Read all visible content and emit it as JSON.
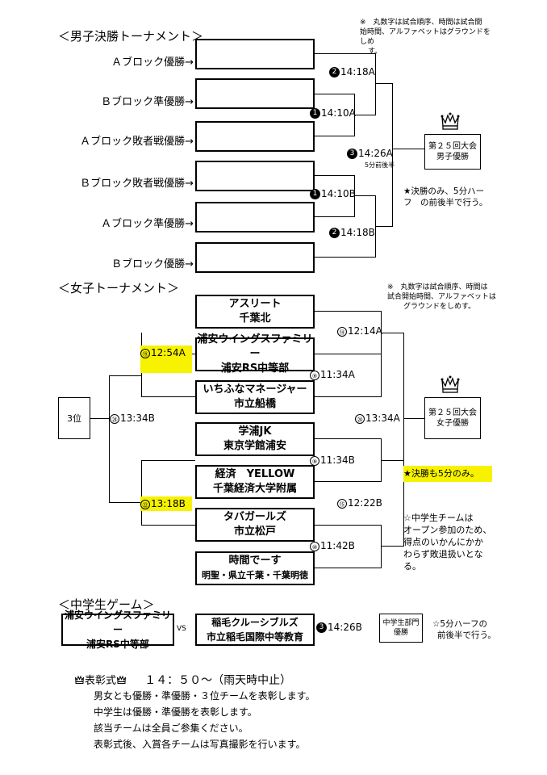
{
  "boys": {
    "title": "＜男子決勝トーナメント＞",
    "note": [
      "※　丸数字は試合順序、時間は試合開",
      "始時間、アルファベットはグラウンドをしめ",
      "す。"
    ],
    "teams": [
      "Ａブロック優勝→",
      "Ｂブロック準優勝→",
      "Ａブロック敗者戦優勝→",
      "Ｂブロック敗者戦優勝→",
      "Ａブロック準優勝→",
      "Ｂブロック優勝→"
    ],
    "matches": [
      {
        "num": "2",
        "time": "14:18A"
      },
      {
        "num": "1",
        "time": "14:10A"
      },
      {
        "num": "1",
        "time": "14:10B"
      },
      {
        "num": "2",
        "time": "14:18B"
      },
      {
        "num": "3",
        "time": "14:26A"
      }
    ],
    "final_sub": "5分前後半",
    "champion": [
      "第２５回大会",
      "男子優勝"
    ],
    "final_note": [
      "★決勝のみ、5分ハー",
      "フ　の前後半で行う。"
    ]
  },
  "girls": {
    "title": "＜女子トーナメント＞",
    "note": [
      "※　丸数字は試合順序、時間は",
      "試合開始時間、アルファベットは",
      "グラウンドをしめす。"
    ],
    "teams": [
      {
        "l1": "アスリート",
        "l2": "千葉北"
      },
      {
        "l1": "浦安ウイングスファミリー",
        "l2": "浦安RS中等部"
      },
      {
        "l1": "いちふなマネージャー",
        "l2": "市立船橋"
      },
      {
        "l1": "学浦JK",
        "l2": "東京学館浦安"
      },
      {
        "l1": "経済　YELLOW",
        "l2": "千葉経済大学附属"
      },
      {
        "l1": "タバガールズ",
        "l2": "市立松戸"
      },
      {
        "l1": "時間でーす",
        "l2": "明聖・県立千葉・千葉明徳"
      }
    ],
    "matches": [
      {
        "num": "⑭",
        "time": "12:14A"
      },
      {
        "num": "⑨",
        "time": "11:34A"
      },
      {
        "num": "⑲",
        "time": "12:54A"
      },
      {
        "num": "㉔",
        "time": "13:34B"
      },
      {
        "num": "⑨",
        "time": "11:34B"
      },
      {
        "num": "⑮",
        "time": "12:22B"
      },
      {
        "num": "㉒",
        "time": "13:18B"
      },
      {
        "num": "⑩",
        "time": "11:42B"
      },
      {
        "num": "㉔",
        "time": "13:34A"
      }
    ],
    "third": "3位",
    "champion": [
      "第２５回大会",
      "女子優勝"
    ],
    "final_note": "★決勝も5分のみ。",
    "jh_note": [
      "☆中学生チームは",
      "オープン参加のため、",
      "得点のいかんにかか",
      "わらず敗退扱いとな",
      "る。"
    ]
  },
  "jh": {
    "title": "＜中学生ゲーム＞",
    "team1": {
      "l1": "浦安ウイングスファミリー",
      "l2": "浦安RS中等部"
    },
    "vs": "VS",
    "team2": {
      "l1": "稲毛クルーシブルズ",
      "l2": "市立稲毛国際中等教育"
    },
    "match": {
      "num": "3",
      "time": "14:26B"
    },
    "champion": [
      "中学生部門",
      "優勝"
    ],
    "note": [
      "☆5分ハーフの",
      "前後半で行う。"
    ]
  },
  "ceremony": {
    "title": "表彰式",
    "time": "１４：５０～（雨天時中止）",
    "lines": [
      "男女とも優勝・準優勝・３位チームを表彰します。",
      "中学生は優勝・準優勝を表彰します。",
      "該当チームは全員ご参集ください。",
      "表彰式後、入賞各チームは写真撮影を行います。"
    ]
  },
  "colors": {
    "highlight": "#f6f200"
  }
}
